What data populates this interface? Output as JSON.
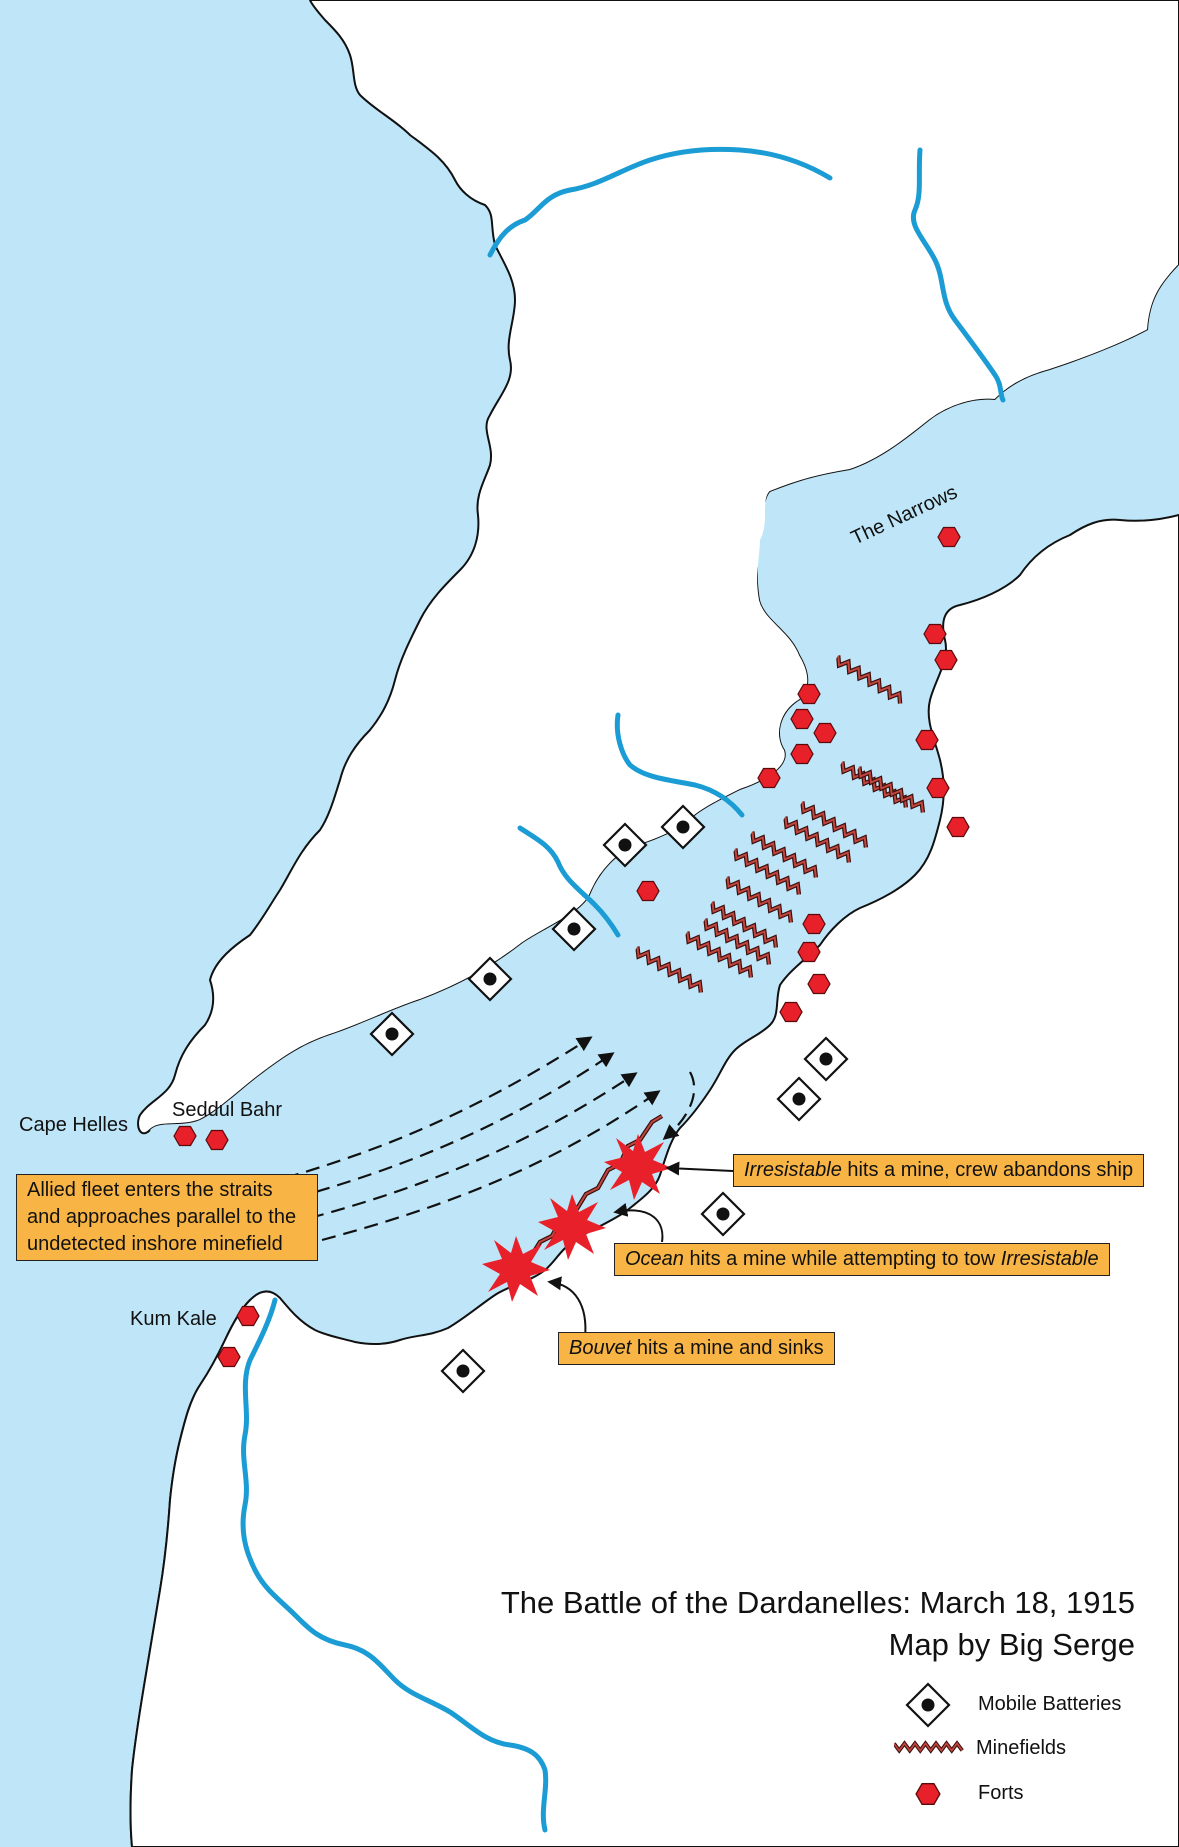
{
  "map": {
    "title": "The Battle of the Dardanelles: March 18, 1915",
    "credit": "Map by Big Serge",
    "colors": {
      "water": "#bfe6f8",
      "land": "#ffffff",
      "river": "#1b9cd4",
      "fort": "#e8202a",
      "minefield": "#a3322c",
      "callout": "#f8b444",
      "explosion": "#e8202a"
    },
    "places": {
      "narrows": "The Narrows",
      "cape_helles": "Cape Helles",
      "seddul_bahr": "Seddul Bahr",
      "kum_kale": "Kum Kale"
    },
    "callouts": {
      "fleet": [
        "Allied fleet enters the straits",
        "and approaches parallel to the",
        "undetected inshore minefield"
      ],
      "irresistable": {
        "ship": "Irresistable",
        "text": " hits a mine, crew abandons ship"
      },
      "ocean": {
        "ship": "Ocean",
        "text": " hits a mine while attempting to tow ",
        "ship2": "Irresistable"
      },
      "bouvet": {
        "ship": "Bouvet",
        "text": " hits a mine and sinks"
      }
    },
    "legend": {
      "batteries": "Mobile Batteries",
      "minefields": "Minefields",
      "forts": "Forts"
    },
    "icons": [
      "mobile-battery-icon",
      "minefield-icon",
      "fort-icon",
      "explosion-icon",
      "arrow-icon"
    ]
  }
}
